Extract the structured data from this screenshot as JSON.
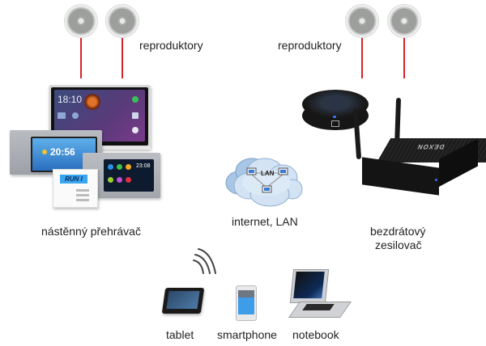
{
  "diagram": {
    "left_group": {
      "speakers_label": "reproduktory",
      "device_label": "nástěnný přehrávač",
      "speaker_count": 2,
      "wall_panels": {
        "large_panel_clock": "18:10",
        "mid_panel_clock": "20:56",
        "small_panel_clock": "23:08",
        "keypad_display": "RUN I"
      }
    },
    "right_group": {
      "speakers_label": "reproduktory",
      "device_label_line1": "bezdrátový",
      "device_label_line2": "zesilovač",
      "speaker_count": 2,
      "amp_brand": "DEXON"
    },
    "network": {
      "cloud_text": "LAN",
      "label": "internet, LAN"
    },
    "clients": {
      "wifi_icon": "wifi-icon",
      "items": [
        {
          "label": "tablet",
          "icon": "tablet-icon"
        },
        {
          "label": "smartphone",
          "icon": "smartphone-icon"
        },
        {
          "label": "notebook",
          "icon": "notebook-icon"
        }
      ]
    },
    "colors": {
      "wire": "#d9232a",
      "cloud": "#c9dcf0",
      "text": "#222222"
    }
  }
}
